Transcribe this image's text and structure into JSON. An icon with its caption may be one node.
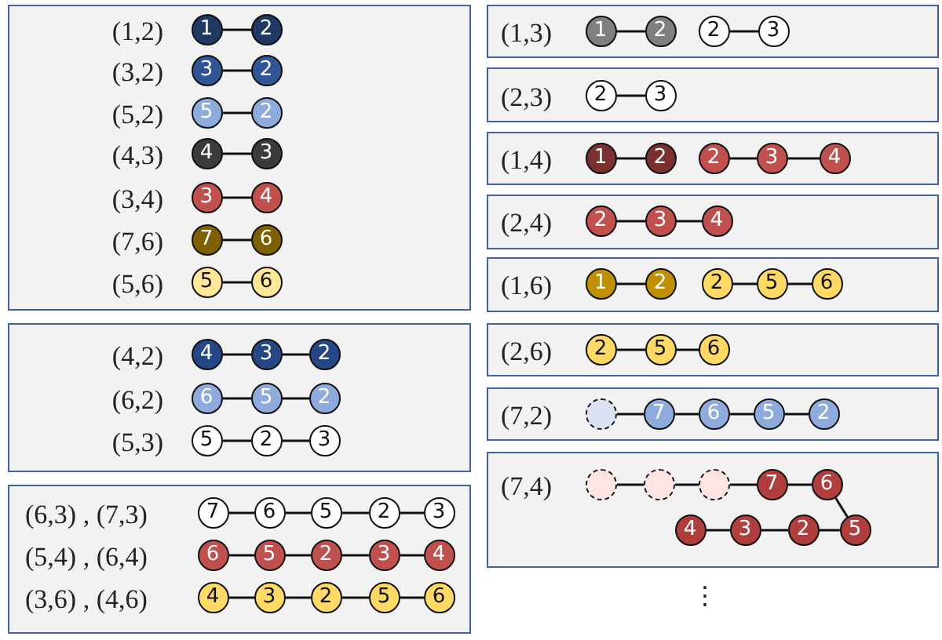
{
  "diagram": {
    "nodes": [
      {
        "text": [
          "(1,2)",
          "(3,2)",
          "(5,2)",
          "(4,3)",
          "(3,4)",
          "(7,6)",
          "(5,6)"
        ]
      },
      {
        "text": [
          "1"
        ],
        "in": 0
      },
      {
        "text": [
          "2"
        ],
        "in": 0
      },
      {
        "text": [
          "3"
        ],
        "in": 0
      },
      {
        "text": [
          "2"
        ],
        "in": 0
      },
      {
        "text": [
          "5"
        ],
        "in": 0
      },
      {
        "text": [
          "2"
        ],
        "in": 0
      },
      {
        "text": [
          "4"
        ],
        "in": 0
      },
      {
        "text": [
          "3"
        ],
        "in": 0
      },
      {
        "text": [
          "3"
        ],
        "in": 0
      },
      {
        "text": [
          "4"
        ],
        "in": 0
      },
      {
        "text": [
          "7"
        ],
        "in": 0
      },
      {
        "text": [
          "6"
        ],
        "in": 0
      },
      {
        "text": [
          "5"
        ],
        "in": 0
      },
      {
        "text": [
          "6"
        ],
        "in": 0
      },
      {
        "text": [
          "(4,2)",
          "(6,2)",
          "(5,3)"
        ]
      },
      {
        "text": [
          "4"
        ],
        "in": 15
      },
      {
        "text": [
          "3"
        ],
        "in": 15
      },
      {
        "text": [
          "2"
        ],
        "in": 15
      },
      {
        "text": [
          "6"
        ],
        "in": 15
      },
      {
        "text": [
          "5"
        ],
        "in": 15
      },
      {
        "text": [
          "2"
        ],
        "in": 15
      },
      {
        "text": [
          "5"
        ],
        "in": 15
      },
      {
        "text": [
          "2"
        ],
        "in": 15
      },
      {
        "text": [
          "3"
        ],
        "in": 15
      },
      {
        "text": [
          "(6,3) , (7,3)",
          "(5,4) , (6,4)",
          "(3,6) , (4,6)"
        ]
      },
      {
        "text": [
          "7"
        ],
        "in": 25
      },
      {
        "text": [
          "6"
        ],
        "in": 25
      },
      {
        "text": [
          "5"
        ],
        "in": 25
      },
      {
        "text": [
          "2"
        ],
        "in": 25
      },
      {
        "text": [
          "3"
        ],
        "in": 25
      },
      {
        "text": [
          "6"
        ],
        "in": 25
      },
      {
        "text": [
          "5"
        ],
        "in": 25
      },
      {
        "text": [
          "2"
        ],
        "in": 25
      },
      {
        "text": [
          "3"
        ],
        "in": 25
      },
      {
        "text": [
          "4"
        ],
        "in": 25
      },
      {
        "text": [
          "4"
        ],
        "in": 25
      },
      {
        "text": [
          "3"
        ],
        "in": 25
      },
      {
        "text": [
          "2"
        ],
        "in": 25
      },
      {
        "text": [
          "5"
        ],
        "in": 25
      },
      {
        "text": [
          "6"
        ],
        "in": 25
      },
      {
        "text": [
          "(1,3)"
        ]
      },
      {
        "text": [
          "1"
        ],
        "in": 41
      },
      {
        "text": [
          "2"
        ],
        "in": 41
      },
      {
        "text": [
          "2"
        ],
        "in": 41
      },
      {
        "text": [
          "3"
        ],
        "in": 41
      },
      {
        "text": [
          "(2,3)"
        ]
      },
      {
        "text": [
          "2"
        ],
        "in": 46
      },
      {
        "text": [
          "3"
        ],
        "in": 46
      },
      {
        "text": [
          "(1,4)"
        ]
      },
      {
        "text": [
          "1"
        ],
        "in": 49
      },
      {
        "text": [
          "2"
        ],
        "in": 49
      },
      {
        "text": [
          "2"
        ],
        "in": 49
      },
      {
        "text": [
          "3"
        ],
        "in": 49
      },
      {
        "text": [
          "4"
        ],
        "in": 49
      },
      {
        "text": [
          "(2,4)"
        ]
      },
      {
        "text": [
          "2"
        ],
        "in": 55
      },
      {
        "text": [
          "3"
        ],
        "in": 55
      },
      {
        "text": [
          "4"
        ],
        "in": 55
      },
      {
        "text": [
          "(1,6)"
        ]
      },
      {
        "text": [
          "1"
        ],
        "in": 59
      },
      {
        "text": [
          "2"
        ],
        "in": 59
      },
      {
        "text": [
          "2"
        ],
        "in": 59
      },
      {
        "text": [
          "5"
        ],
        "in": 59
      },
      {
        "text": [
          "6"
        ],
        "in": 59
      },
      {
        "text": [
          "(2,6)"
        ]
      },
      {
        "text": [
          "2"
        ],
        "in": 65
      },
      {
        "text": [
          "5"
        ],
        "in": 65
      },
      {
        "text": [
          "6"
        ],
        "in": 65
      },
      {
        "text": [
          "(7,2)"
        ]
      },
      {
        "text": [],
        "shape": "circle",
        "in": 69
      },
      {
        "text": [
          "7"
        ],
        "in": 69
      },
      {
        "text": [
          "6"
        ],
        "in": 69
      },
      {
        "text": [
          "5"
        ],
        "in": 69
      },
      {
        "text": [
          "2"
        ],
        "in": 69
      },
      {
        "text": [
          "(7,4)"
        ]
      },
      {
        "text": [],
        "shape": "circle",
        "in": 75
      },
      {
        "text": [],
        "shape": "circle",
        "in": 75
      },
      {
        "text": [],
        "shape": "circle",
        "in": 75
      },
      {
        "text": [
          "7"
        ],
        "in": 75
      },
      {
        "text": [
          "6"
        ],
        "in": 75
      },
      {
        "text": [
          "4"
        ],
        "in": 75
      },
      {
        "text": [
          "3"
        ],
        "in": 75
      },
      {
        "text": [
          "2"
        ],
        "in": 75
      },
      {
        "text": [
          "5"
        ],
        "in": 75
      }
    ],
    "edges": [
      {
        "from": 1,
        "to": 2,
        "arrow": "none"
      },
      {
        "from": 3,
        "to": 4,
        "arrow": "none"
      },
      {
        "from": 5,
        "to": 6,
        "arrow": "none"
      },
      {
        "from": 7,
        "to": 8,
        "arrow": "none"
      },
      {
        "from": 9,
        "to": 10,
        "arrow": "none"
      },
      {
        "from": 11,
        "to": 12,
        "arrow": "none"
      },
      {
        "from": 13,
        "to": 14,
        "arrow": "none"
      },
      {
        "from": 16,
        "to": 17,
        "arrow": "none"
      },
      {
        "from": 17,
        "to": 18,
        "arrow": "none"
      },
      {
        "from": 19,
        "to": 20,
        "arrow": "none"
      },
      {
        "from": 20,
        "to": 21,
        "arrow": "none"
      },
      {
        "from": 22,
        "to": 23,
        "arrow": "none"
      },
      {
        "from": 23,
        "to": 24,
        "arrow": "none"
      },
      {
        "from": 26,
        "to": 27,
        "arrow": "none"
      },
      {
        "from": 27,
        "to": 28,
        "arrow": "none"
      },
      {
        "from": 28,
        "to": 29,
        "arrow": "none"
      },
      {
        "from": 29,
        "to": 30,
        "arrow": "none"
      },
      {
        "from": 31,
        "to": 32,
        "arrow": "none"
      },
      {
        "from": 32,
        "to": 33,
        "arrow": "none"
      },
      {
        "from": 33,
        "to": 34,
        "arrow": "none"
      },
      {
        "from": 34,
        "to": 35,
        "arrow": "none"
      },
      {
        "from": 36,
        "to": 37,
        "arrow": "none"
      },
      {
        "from": 37,
        "to": 38,
        "arrow": "none"
      },
      {
        "from": 38,
        "to": 39,
        "arrow": "none"
      },
      {
        "from": 39,
        "to": 40,
        "arrow": "none"
      },
      {
        "from": 42,
        "to": 43,
        "arrow": "none"
      },
      {
        "from": 44,
        "to": 45,
        "arrow": "none"
      },
      {
        "from": 47,
        "to": 48,
        "arrow": "none"
      },
      {
        "from": 50,
        "to": 51,
        "arrow": "none"
      },
      {
        "from": 52,
        "to": 53,
        "arrow": "none"
      },
      {
        "from": 53,
        "to": 54,
        "arrow": "none"
      },
      {
        "from": 56,
        "to": 57,
        "arrow": "none"
      },
      {
        "from": 57,
        "to": 58,
        "arrow": "none"
      },
      {
        "from": 60,
        "to": 61,
        "arrow": "none"
      },
      {
        "from": 62,
        "to": 63,
        "arrow": "none"
      },
      {
        "from": 63,
        "to": 64,
        "arrow": "none"
      },
      {
        "from": 66,
        "to": 67,
        "arrow": "none"
      },
      {
        "from": 67,
        "to": 68,
        "arrow": "none"
      },
      {
        "from": 70,
        "to": 71,
        "arrow": "none"
      },
      {
        "from": 71,
        "to": 72,
        "arrow": "none"
      },
      {
        "from": 72,
        "to": 73,
        "arrow": "none"
      },
      {
        "from": 73,
        "to": 74,
        "arrow": "none"
      },
      {
        "from": 76,
        "to": 77,
        "arrow": "none"
      },
      {
        "from": 77,
        "to": 78,
        "arrow": "none"
      },
      {
        "from": 78,
        "to": 79,
        "arrow": "none"
      },
      {
        "from": 79,
        "to": 80,
        "arrow": "none"
      },
      {
        "from": 80,
        "to": 84,
        "arrow": "none"
      },
      {
        "from": 84,
        "to": 83,
        "arrow": "none"
      },
      {
        "from": 83,
        "to": 82,
        "arrow": "none"
      },
      {
        "from": 82,
        "to": 81,
        "arrow": "none"
      }
    ],
    "labels": [
      "⋮"
    ]
  }
}
